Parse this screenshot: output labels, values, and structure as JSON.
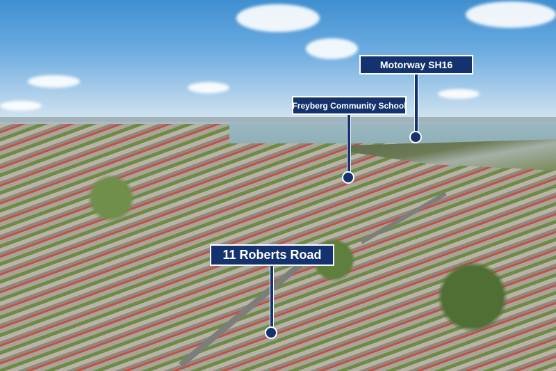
{
  "image": {
    "description": "Aerial photograph of suburban neighbourhood with harbour in background and location annotations",
    "colors": {
      "label_bg": "#14336e",
      "label_text": "#ffffff",
      "outline": "#ffffff"
    }
  },
  "annotations": [
    {
      "id": "motorway",
      "label": "Motorway SH16"
    },
    {
      "id": "school",
      "label": "Freyberg Community School"
    },
    {
      "id": "property",
      "label": "11 Roberts Road"
    }
  ]
}
